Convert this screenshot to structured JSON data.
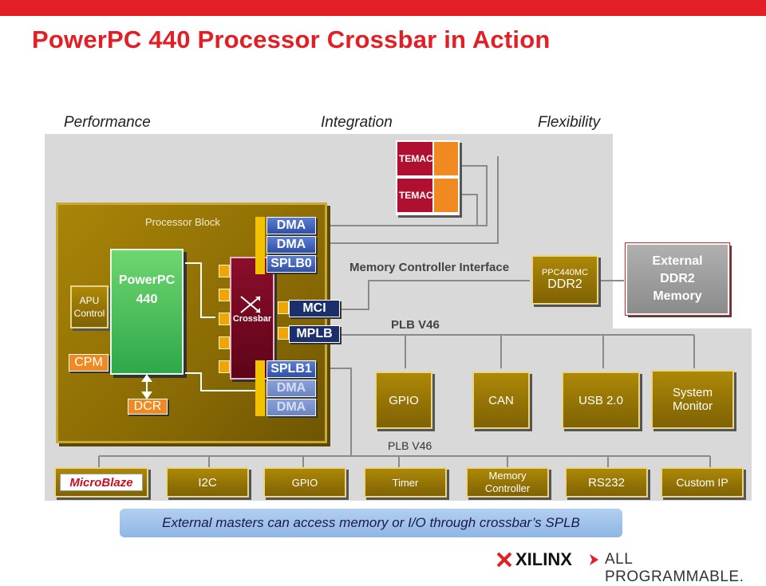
{
  "title": "PowerPC 440 Processor Crossbar in Action",
  "headers": {
    "performance": "Performance",
    "integration": "Integration",
    "flexibility": "Flexibility"
  },
  "processor_block": {
    "label": "Processor Block",
    "cpu_line1": "PowerPC",
    "cpu_line2": "440",
    "apu": "APU Control",
    "cpm": "CPM",
    "dcr": "DCR",
    "crossbar": "Crossbar",
    "dma1": "DMA",
    "dma2": "DMA",
    "splb0": "SPLB0",
    "mci": "MCI",
    "mplb": "MPLB",
    "splb1": "SPLB1",
    "dma3": "DMA",
    "dma4": "DMA"
  },
  "temac": {
    "top": "TEMAC",
    "bottom": "TEMAC"
  },
  "memory_interface_label": "Memory Controller Interface",
  "ppc440mc": {
    "line1": "PPC440MC",
    "line2": "DDR2"
  },
  "external_memory": {
    "line1": "External",
    "line2": "DDR2",
    "line3": "Memory"
  },
  "plb_label_top": "PLB V46",
  "plb_label_bottom": "PLB V46",
  "peripherals_top": [
    "GPIO",
    "CAN",
    "USB 2.0",
    "System Monitor"
  ],
  "peripherals_bottom": [
    "MicroBlaze",
    "I2C",
    "GPIO",
    "Timer",
    "Memory Controller",
    "RS232",
    "Custom IP"
  ],
  "banner": "External masters can access memory or I/O through crossbar’s SPLB",
  "footer": {
    "brand": "XILINX",
    "tagline": "ALL PROGRAMMABLE."
  },
  "colors": {
    "accent": "#e31e24",
    "gold": "#9b7a06",
    "crossbar": "#8a0e2b",
    "cpu": "#3fb84f"
  }
}
